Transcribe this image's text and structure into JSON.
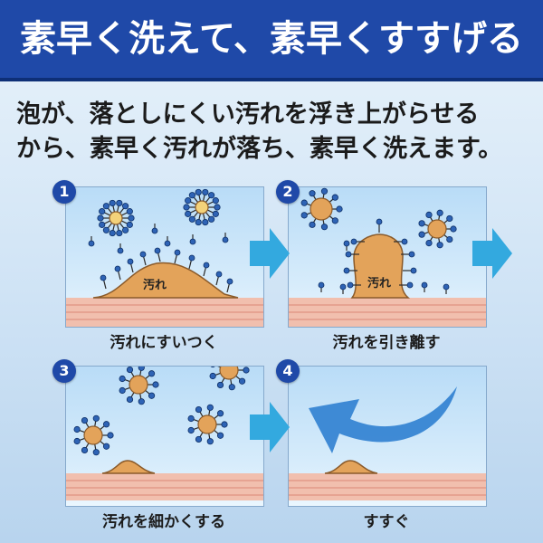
{
  "header": {
    "title": "素早く洗えて、素早くすすげる"
  },
  "intro": {
    "line1": "泡が、落としにくい汚れを浮き上がらせる",
    "line2": "から、素早く汚れが落ち、素早く洗えます。"
  },
  "steps": [
    {
      "number": "1",
      "caption": "汚れにすいつく",
      "stain_label": "汚れ"
    },
    {
      "number": "2",
      "caption": "汚れを引き離す",
      "stain_label": "汚れ"
    },
    {
      "number": "3",
      "caption": "汚れを細かくする"
    },
    {
      "number": "4",
      "caption": "すすぐ"
    }
  ],
  "colors": {
    "header_bg": "#1f49a8",
    "badge_bg": "#1f49a8",
    "arrow": "#33a9df",
    "stain": "#e3a35a",
    "molecule_head": "#2e63b5",
    "skin": "#f1bfae"
  }
}
